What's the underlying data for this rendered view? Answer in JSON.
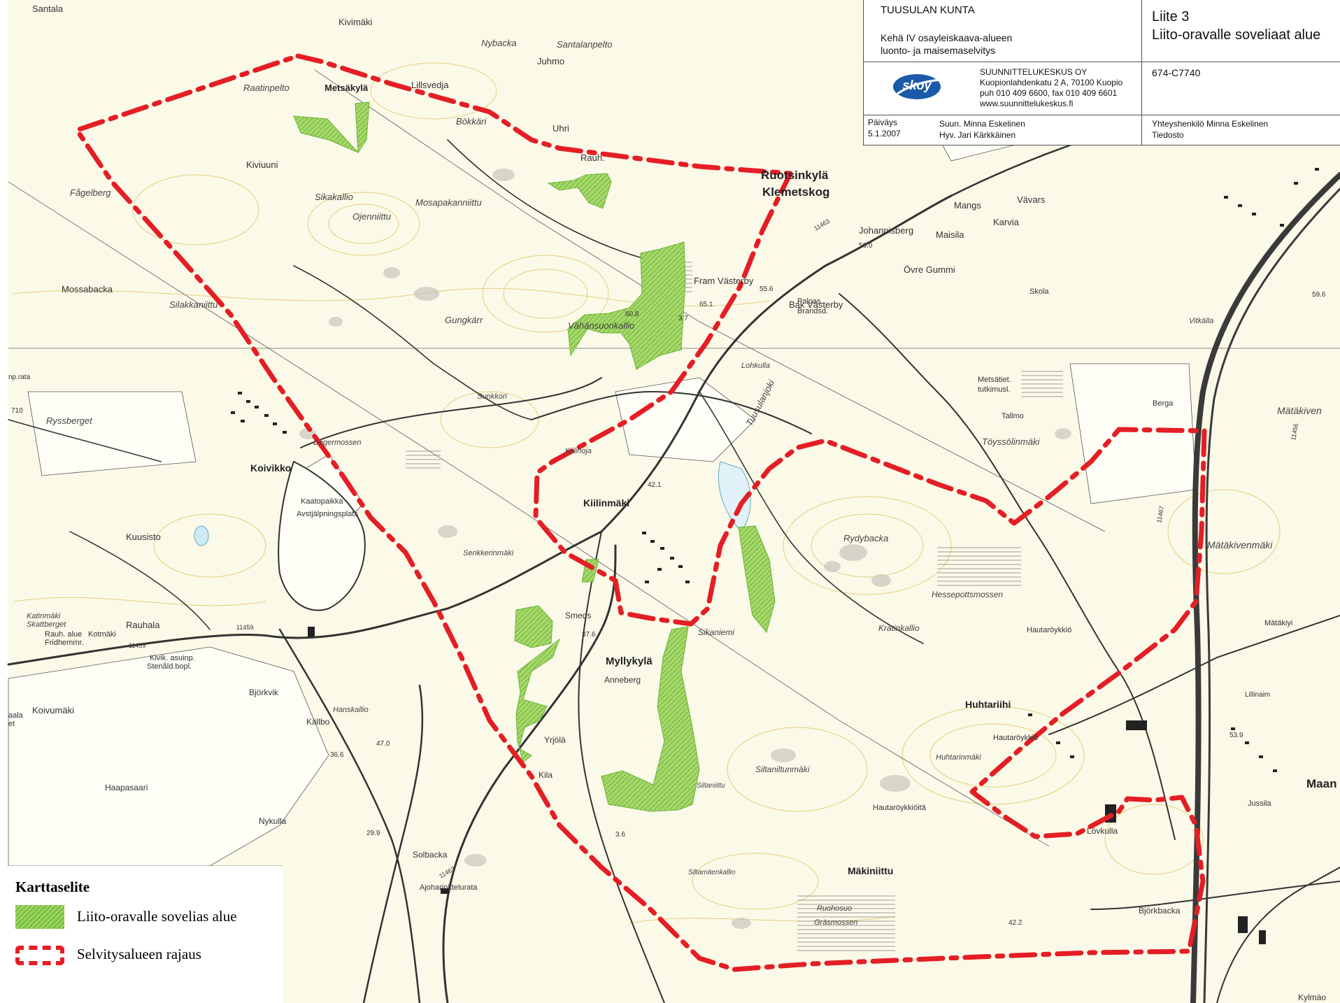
{
  "title_block": {
    "municipality": "TUUSULAN KUNTA",
    "project_line1": "Kehä IV osayleiskaava-alueen",
    "project_line2": "luonto- ja maisemaselvitys",
    "appendix": "Liite 3",
    "map_title": "Liito-oravalle soveliaat alue",
    "company": "SUUNNITTELUKESKUS OY",
    "address": "Kuopionlahdenkatu 2 A, 70100 Kuopio",
    "phone": "puh 010 409 6600, fax 010 409 6601",
    "web": "www.suunnittelukeskus.fi",
    "logo_text": "skoy",
    "project_code": "674-C7740",
    "date_label": "Päiväys",
    "date_value": "5.1.2007",
    "designed": "Suun. Minna Eskelinen",
    "approved": "Hyv. Jari Kärkkäinen",
    "contact": "Yhteyshenkilö  Minna Eskelinen",
    "file_label": "Tiedosto"
  },
  "legend": {
    "title": "Karttaselite",
    "items": [
      {
        "label": "Liito-oravalle sovelias alue",
        "color": "#7cc242"
      },
      {
        "label": "Selvitysalueen rajaus",
        "color": "#e41e25"
      }
    ]
  },
  "colors": {
    "boundary": "#e41e25",
    "habitat": "#7cc242",
    "road": "#333333",
    "background": "#fbf9e8"
  },
  "places": {
    "santala": "Santala",
    "kivimaki": "Kivimäki",
    "nybacka": "Nybacka",
    "santalanpelto": "Santalanpelto",
    "juhmo": "Juhmo",
    "raatinpelto": "Raatinpelto",
    "metsakyla": "Metsäkylä",
    "lillsvedja": "Lillsvedja",
    "bokkari": "Bökkäri",
    "uhri": "Uhri",
    "rauh": "Rauh.",
    "ruotsinkyla": "Ruotsinkylä",
    "klemetskog": "Klemetskog",
    "kiviuuni": "Kiviuuni",
    "fagelberg": "Fågelberg",
    "sikakallio": "Sikakallio",
    "ojenniittu": "Ojenniittu",
    "mosapakanniittu": "Mosapakanniittu",
    "mangs": "Mangs",
    "vavars": "Vävars",
    "maisila": "Maisila",
    "karvia": "Karvia",
    "johannisberg": "Johannisberg",
    "ovregummi": "Övre Gummi",
    "mossabacka": "Mossabacka",
    "silakkaniittu": "Silakkaniittu",
    "gungkarr": "Gungkärr",
    "framvasterby": "Fram Västerby",
    "paloas": "Paloas.",
    "brandsd": "Brandsd.",
    "bakvasterby": "Bak Västerby",
    "skola": "Skola",
    "vitkalla": "Vitkälla",
    "vahansuonkallio": "Vähänsuonkallio",
    "lohkulla": "Lohkulla",
    "tuusulanjoki": "Tuusulanjoki",
    "metsatiet": "Metsätiet.",
    "tutkimusl": "tutkimusl.",
    "ryssberget": "Ryssberget",
    "sunkkori": "Sunkkori",
    "tallmo": "Tallmo",
    "berga": "Berga",
    "matakiven": "Mätäkiven",
    "degermossen": "Degermossen",
    "kiilinoja": "Kiilinoja",
    "toyssolinmaki": "Töyssölinmäki",
    "koivikko": "Koivikko",
    "kiilinmaki": "Kiilinmäki",
    "kaatopaikka": "Kaatopaikka",
    "avstjalpningsplats": "Avstjälpningsplats",
    "rydybacka": "Rydybacka",
    "matakivenmaki": "Mätäkivenmäki",
    "kuusisto": "Kuusisto",
    "senkkerinmaki": "Senkkerinmäki",
    "hessepottsmossen": "Hessepottsmossen",
    "katinmaki": "Katinmäki",
    "skattberget": "Skattberget",
    "rauhalue": "Rauh. alue",
    "fridhemmr": "Fridhemmr.",
    "kotmaki": "Kotmäki",
    "smeds": "Smeds",
    "sikaniemi": "Sikaniemi",
    "kratinkallio": "Kratinkallio",
    "hautaroykkio": "Hautaröykkiö",
    "matakiyi": "Mätäkiyi",
    "rauhala": "Rauhala",
    "kivik": "Kivik. asuinp.",
    "stenald": "Stenåld.bopl.",
    "myllykyla": "Myllykylä",
    "anneberg": "Anneberg",
    "hanskallio": "Hanskallio",
    "huhtariihi": "Huhtariihi",
    "bjorkvik": "Björkvik",
    "koivumaki": "Koivumäki",
    "kallbo": "Källbo",
    "lillinaim": "Lillinaim",
    "hautaroykkio2": "Hautaröykkiö",
    "huhtarinmaki": "Huhtarinmäki",
    "yrjola": "Yrjölä",
    "siltaniltunmaki": "Siltaniltunmäki",
    "haapasaari": "Haapasaari",
    "kila": "Kila",
    "siltaniittu": "Siltaniittu",
    "hautaroykkioita": "Hautaröykkiöitä",
    "jussila": "Jussila",
    "maan": "Maan",
    "nykulla": "Nykulla",
    "lovkulla": "Lövkulla",
    "solbacka": "Solbacka",
    "siltamaenkallio": "Siltamäenkallio",
    "makiniittu": "Mäkiniittu",
    "bjorkbacka": "Björkbacka",
    "ajoharjoittelurata": "Ajoharjoittelurata",
    "ruohosuo": "Ruohosuo",
    "grasmossen": "Gräsmossen",
    "kylmaoja": "Kylmäo",
    "aala": "aala",
    "et": "et",
    "nprata": "np.rata"
  },
  "road_numbers": {
    "r11463a": "11463",
    "r11459a": "11459",
    "r11459b": "11459",
    "r11463b": "11463",
    "r11467": "11467",
    "r11456": "11456"
  },
  "elevations": {
    "e608": "60.8",
    "e651": "65.1",
    "e37": "3.7",
    "e556": "55.6",
    "e560": "56.0",
    "e596": "59.6",
    "e421": "42.1",
    "e376": "37.6",
    "e366": "36.6",
    "e470": "47.0",
    "e299": "29.9",
    "e36": "3.6",
    "e422": "42.2",
    "e539": "53.9",
    "e710": "710"
  }
}
